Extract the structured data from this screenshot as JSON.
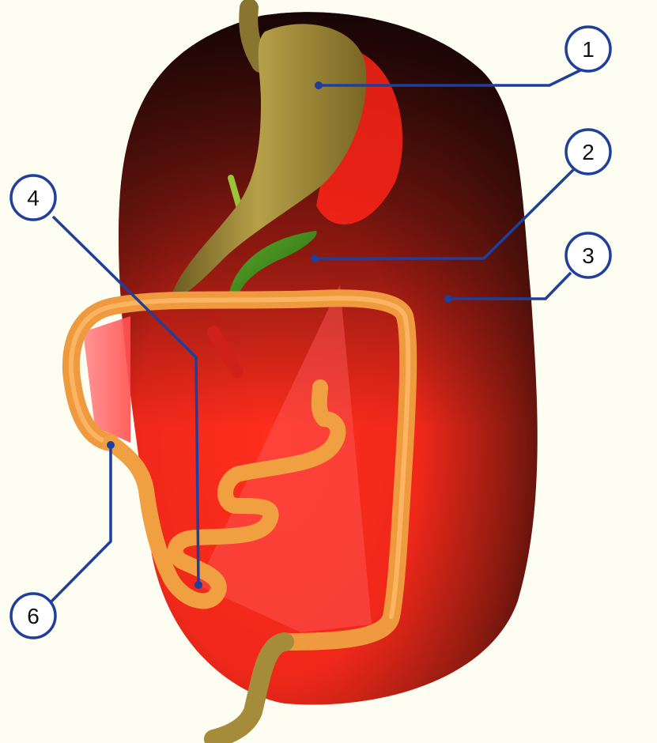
{
  "colors": {
    "background": "#fdfdf1",
    "callout_line": "#1f3f9a",
    "abdomen_red": "#ff2a1a",
    "abdomen_dark": "#2a0a08",
    "stomach_olive": "#a48c3a",
    "gland_green": "#3f8a1a",
    "intestine_orange": "#f0a040"
  },
  "callouts": [
    {
      "label": "1"
    },
    {
      "label": "2"
    },
    {
      "label": "3"
    },
    {
      "label": "4"
    },
    {
      "label": "6"
    }
  ]
}
